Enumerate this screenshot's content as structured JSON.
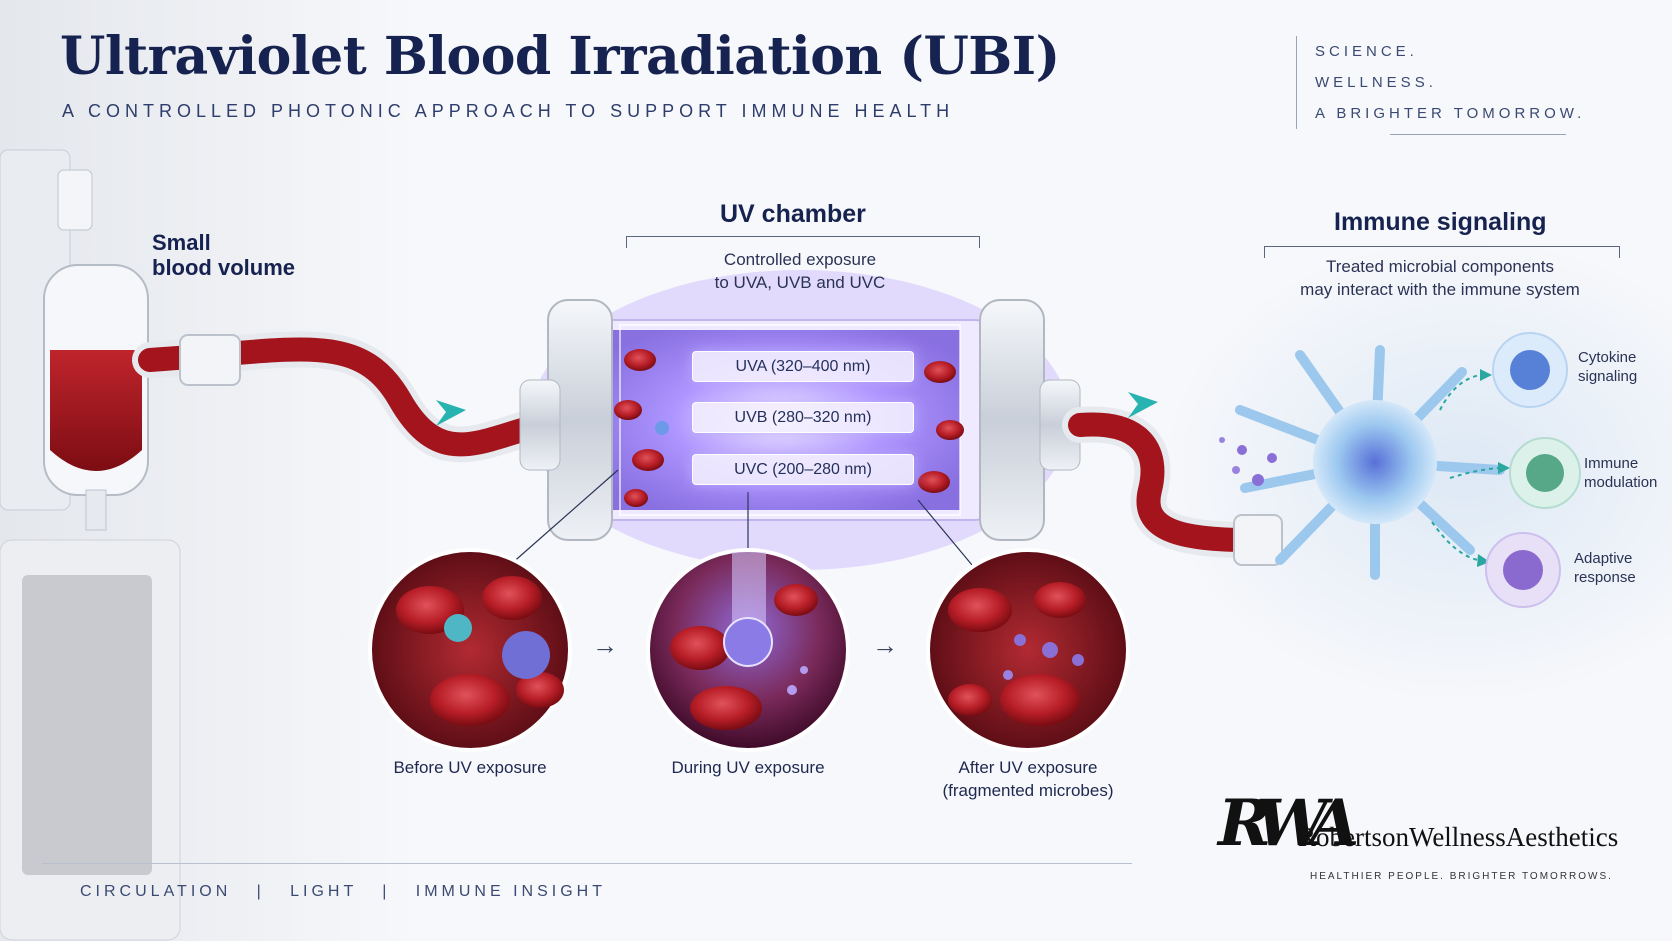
{
  "header": {
    "title": "Ultraviolet Blood Irradiation (UBI)",
    "subtitle": "A CONTROLLED PHOTONIC APPROACH TO SUPPORT IMMUNE HEALTH"
  },
  "tagline": [
    "SCIENCE.",
    "WELLNESS.",
    "A BRIGHTER TOMORROW."
  ],
  "input": {
    "label_line1": "Small",
    "label_line2": "blood volume"
  },
  "chamber": {
    "title": "UV chamber",
    "desc_line1": "Controlled exposure",
    "desc_line2": "to UVA, UVB and UVC",
    "bands": [
      "UVA (320–400 nm)",
      "UVB (280–320 nm)",
      "UVC (200–280 nm)"
    ]
  },
  "stages": [
    {
      "line1": "Before UV exposure",
      "line2": ""
    },
    {
      "line1": "During UV exposure",
      "line2": ""
    },
    {
      "line1": "After UV exposure",
      "line2": "(fragmented microbes)"
    }
  ],
  "stage_arrow": "→",
  "immune": {
    "title": "Immune signaling",
    "desc_line1": "Treated microbial components",
    "desc_line2": "may interact with the immune system",
    "outcomes": [
      {
        "line1": "Cytokine",
        "line2": "signaling",
        "color": "#3e6fd0"
      },
      {
        "line1": "Immune",
        "line2": "modulation",
        "color": "#3f9a78"
      },
      {
        "line1": "Adaptive",
        "line2": "response",
        "color": "#7a55c8"
      }
    ]
  },
  "footer": "CIRCULATION   |   LIGHT   |   IMMUNE INSIGHT",
  "brand": {
    "monogram": "RWA",
    "name": "RobertsonWellnessAesthetics",
    "tagline": "HEALTHIER PEOPLE. BRIGHTER TOMORROWS."
  },
  "colors": {
    "navy": "#16224f",
    "blood": "#a3141c",
    "uv_glow": "#8d6cff",
    "teal_arrow": "#27b3b0"
  }
}
